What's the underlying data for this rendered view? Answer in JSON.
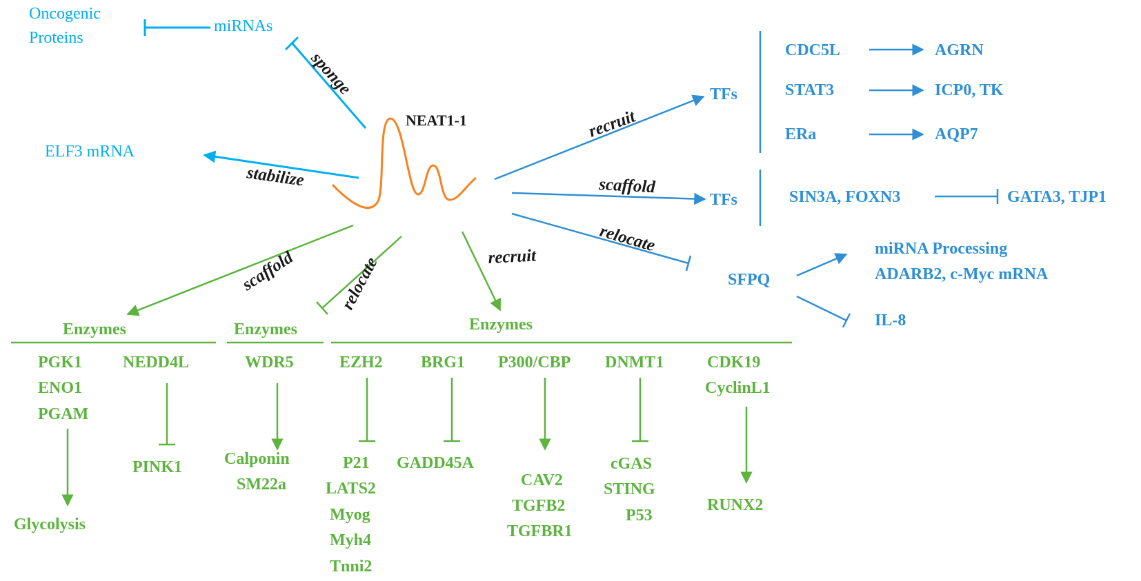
{
  "center_label": "NEAT1-1",
  "cyan": {
    "oncogenic_line1": "Oncogenic",
    "oncogenic_line2": "Proteins",
    "mirnas": "miRNAs",
    "elf3": "ELF3 mRNA",
    "sponge": "sponge",
    "stabilize": "stabilize"
  },
  "blue": {
    "recruit": "recruit",
    "scaffold": "scaffold",
    "relocate": "relocate",
    "tfs_1": "TFs",
    "tfs_2": "TFs",
    "cdc5l": "CDC5L",
    "agrn": "AGRN",
    "stat3": "STAT3",
    "icp0": "ICP0, TK",
    "era": "ERa",
    "aqp7": "AQP7",
    "sin3a": "SIN3A, FOXN3",
    "gata3": "GATA3, TJP1",
    "sfpq": "SFPQ",
    "mirna_processing": "miRNA Processing",
    "adarb2": "ADARB2,  c-Myc mRNA",
    "il8": "IL-8"
  },
  "green": {
    "scaffold": "scaffold",
    "relocate": "relocate",
    "recruit": "recruit",
    "enzymes_1": "Enzymes",
    "enzymes_2": "Enzymes",
    "enzymes_3": "Enzymes",
    "pgk1": "PGK1",
    "eno1": "ENO1",
    "pgam": "PGAM",
    "glycolysis": "Glycolysis",
    "nedd4l": "NEDD4L",
    "pink1": "PINK1",
    "wdr5": "WDR5",
    "calponin": "Calponin",
    "sm22a": "SM22a",
    "ezh2": "EZH2",
    "p21": "P21",
    "lats2": "LATS2",
    "myog": "Myog",
    "myh4": "Myh4",
    "tnni2": "Tnni2",
    "brg1": "BRG1",
    "gadd45a": "GADD45A",
    "p300": "P300/CBP",
    "cav2": "CAV2",
    "tgfb2": "TGFB2",
    "tgfbr1": "TGFBR1",
    "dnmt1": "DNMT1",
    "cgas": "cGAS",
    "sting": "STING",
    "p53": "P53",
    "cdk19": "CDK19",
    "cyclinl1": "CyclinL1",
    "runx2": "RUNX2"
  },
  "colors": {
    "cyan": "#00AEEF",
    "blue": "#2E8FD4",
    "green": "#5CB33D",
    "rna_curve": "#F58220"
  }
}
